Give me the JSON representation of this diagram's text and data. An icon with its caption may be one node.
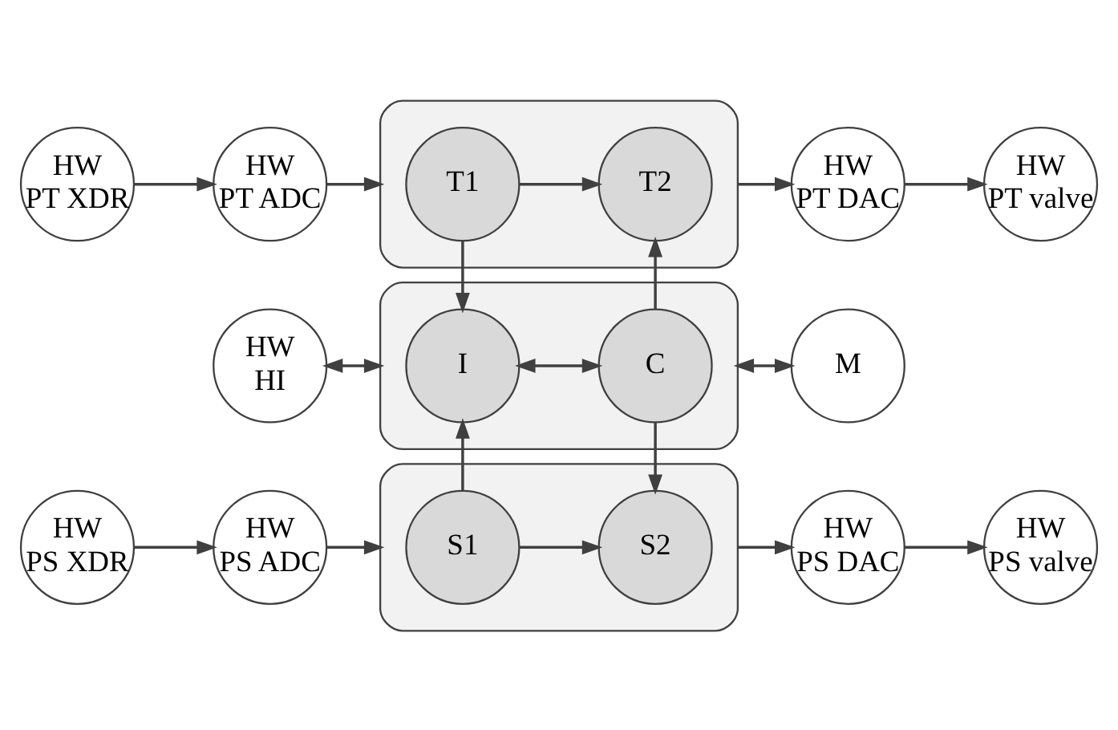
{
  "diagram": {
    "nodes": [
      {
        "text": [
          "HW",
          "PS XDR"
        ]
      },
      {
        "text": [
          "HW",
          "PS ADC"
        ]
      },
      {
        "text": [],
        "shape": "box"
      },
      {
        "text": [
          "S1"
        ],
        "in": 2
      },
      {
        "text": [
          "S2"
        ],
        "in": 2
      },
      {
        "text": [
          "HW",
          "PS DAC"
        ]
      },
      {
        "text": [
          "HW",
          "PS valve"
        ]
      },
      {
        "text": [
          "HW",
          "HI"
        ]
      },
      {
        "text": [],
        "shape": "box"
      },
      {
        "text": [
          "I"
        ],
        "in": 8
      },
      {
        "text": [
          "C"
        ],
        "in": 8
      },
      {
        "text": [
          "M"
        ]
      },
      {
        "text": [
          "HW",
          "PT XDR"
        ]
      },
      {
        "text": [
          "HW",
          "PT ADC"
        ]
      },
      {
        "text": [],
        "shape": "box"
      },
      {
        "text": [
          "T1"
        ],
        "in": 14
      },
      {
        "text": [
          "T2"
        ],
        "in": 14
      },
      {
        "text": [
          "HW",
          "PT DAC"
        ]
      },
      {
        "text": [
          "HW",
          "PT valve"
        ]
      }
    ],
    "edges": [
      {
        "from": 0,
        "to": 1,
        "arrow": "to"
      },
      {
        "from": 1,
        "to": 2,
        "arrow": "to"
      },
      {
        "from": 3,
        "to": 4,
        "arrow": "to"
      },
      {
        "from": 2,
        "to": 5,
        "arrow": "to"
      },
      {
        "from": 5,
        "to": 6,
        "arrow": "to"
      },
      {
        "from": 3,
        "to": 9,
        "arrow": "to"
      },
      {
        "from": 10,
        "to": 4,
        "arrow": "to"
      },
      {
        "from": 7,
        "to": 8,
        "arrow": "both"
      },
      {
        "from": 9,
        "to": 10,
        "arrow": "both"
      },
      {
        "from": 8,
        "to": 11,
        "arrow": "both"
      },
      {
        "from": 15,
        "to": 9,
        "arrow": "to"
      },
      {
        "from": 10,
        "to": 16,
        "arrow": "to"
      },
      {
        "from": 12,
        "to": 13,
        "arrow": "to"
      },
      {
        "from": 13,
        "to": 14,
        "arrow": "to"
      },
      {
        "from": 15,
        "to": 16,
        "arrow": "to"
      },
      {
        "from": 14,
        "to": 17,
        "arrow": "to"
      },
      {
        "from": 17,
        "to": 18,
        "arrow": "to"
      }
    ]
  }
}
